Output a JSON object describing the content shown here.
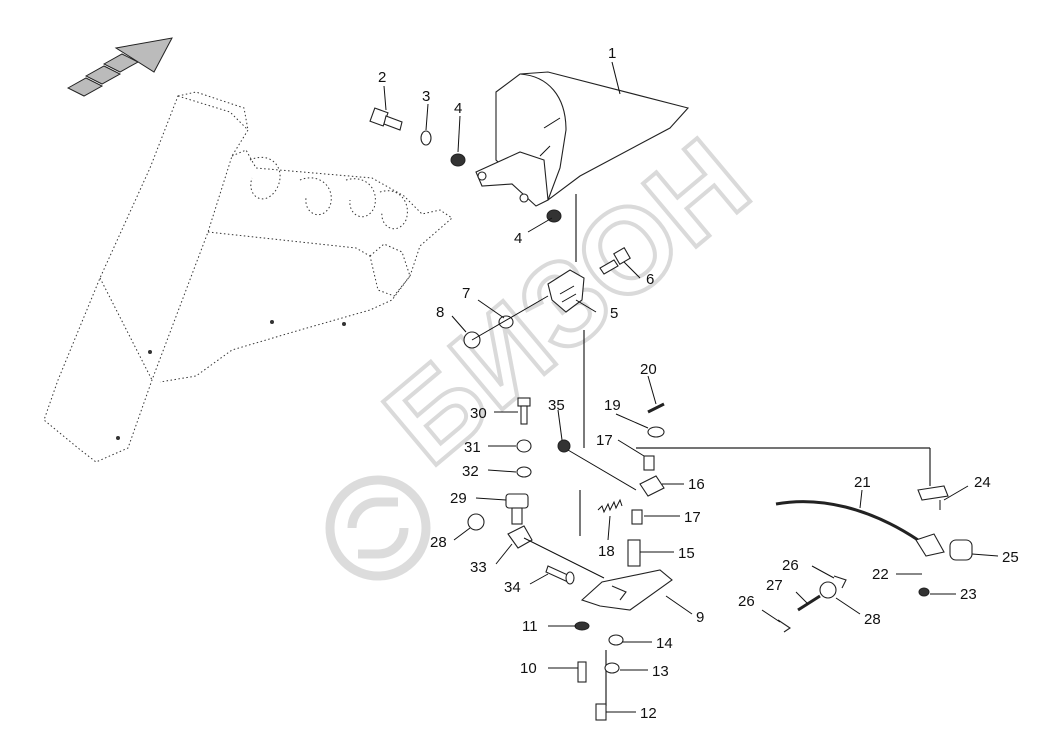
{
  "diagram": {
    "watermark_text": "БИЗОН",
    "part_labels": {
      "p1": "1",
      "p2": "2",
      "p3": "3",
      "p4a": "4",
      "p4b": "4",
      "p5": "5",
      "p6": "6",
      "p7": "7",
      "p8": "8",
      "p9": "9",
      "p10": "10",
      "p11": "11",
      "p12": "12",
      "p13": "13",
      "p14": "14",
      "p15": "15",
      "p16": "16",
      "p17a": "17",
      "p17b": "17",
      "p18": "18",
      "p19": "19",
      "p20": "20",
      "p21": "21",
      "p22": "22",
      "p23": "23",
      "p24": "24",
      "p25": "25",
      "p26a": "26",
      "p26b": "26",
      "p27": "27",
      "p28a": "28",
      "p28b": "28",
      "p29": "29",
      "p30": "30",
      "p31": "31",
      "p32": "32",
      "p33": "33",
      "p34": "34",
      "p35": "35"
    }
  }
}
